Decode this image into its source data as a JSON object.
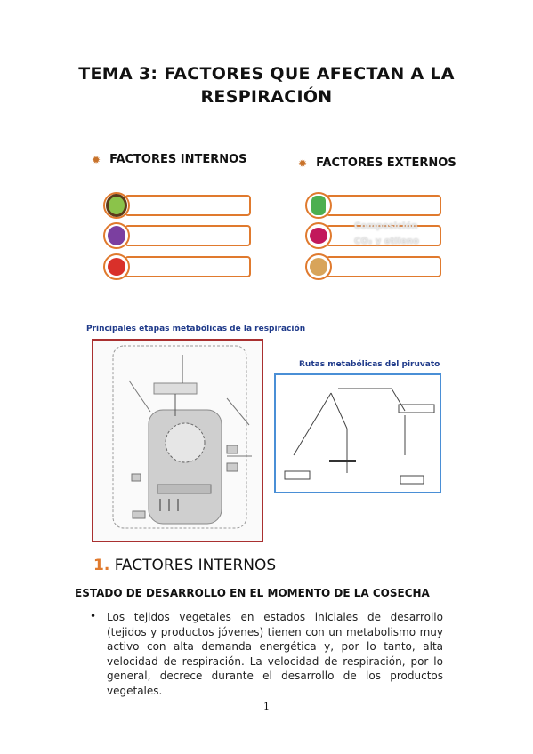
{
  "document": {
    "title": "TEMA 3: FACTORES QUE AFECTAN A LA RESPIRACIÓN",
    "internal_header": "FACTORES INTERNOS",
    "external_header": "FACTORES EXTERNOS",
    "external_overlay_1": "Composición",
    "external_overlay_2": "CO₂ y etileno",
    "figure1_caption": "Principales etapas metabólicas de la respiración",
    "figure2_caption": "Rutas metabólicas del piruvato",
    "section_number": "1.",
    "section_title": "FACTORES INTERNOS",
    "subheading": "ESTADO DE DESARROLLO EN EL MOMENTO DE LA COSECHA",
    "paragraph": "Los tejidos vegetales en estados iniciales de desarrollo (tejidos y productos jóvenes) tienen con un metabolismo muy activo con alta demanda energética y, por lo tanto, alta velocidad de respiración. La velocidad de respiración, por lo general, decrece durante el desarrollo de los productos vegetales.",
    "page_number": "1"
  },
  "icons": {
    "bullet": "gear-bullet-icon",
    "internal": [
      "avocado-icon",
      "eggplant-icon",
      "pepper-icon"
    ],
    "external": [
      "cactus-icon",
      "beet-icon",
      "onion-icon"
    ]
  },
  "colors": {
    "accent": "#e07a2e",
    "figure1_border": "#a93030",
    "figure2_border": "#4a8fd6",
    "caption": "#1f3a8a"
  }
}
